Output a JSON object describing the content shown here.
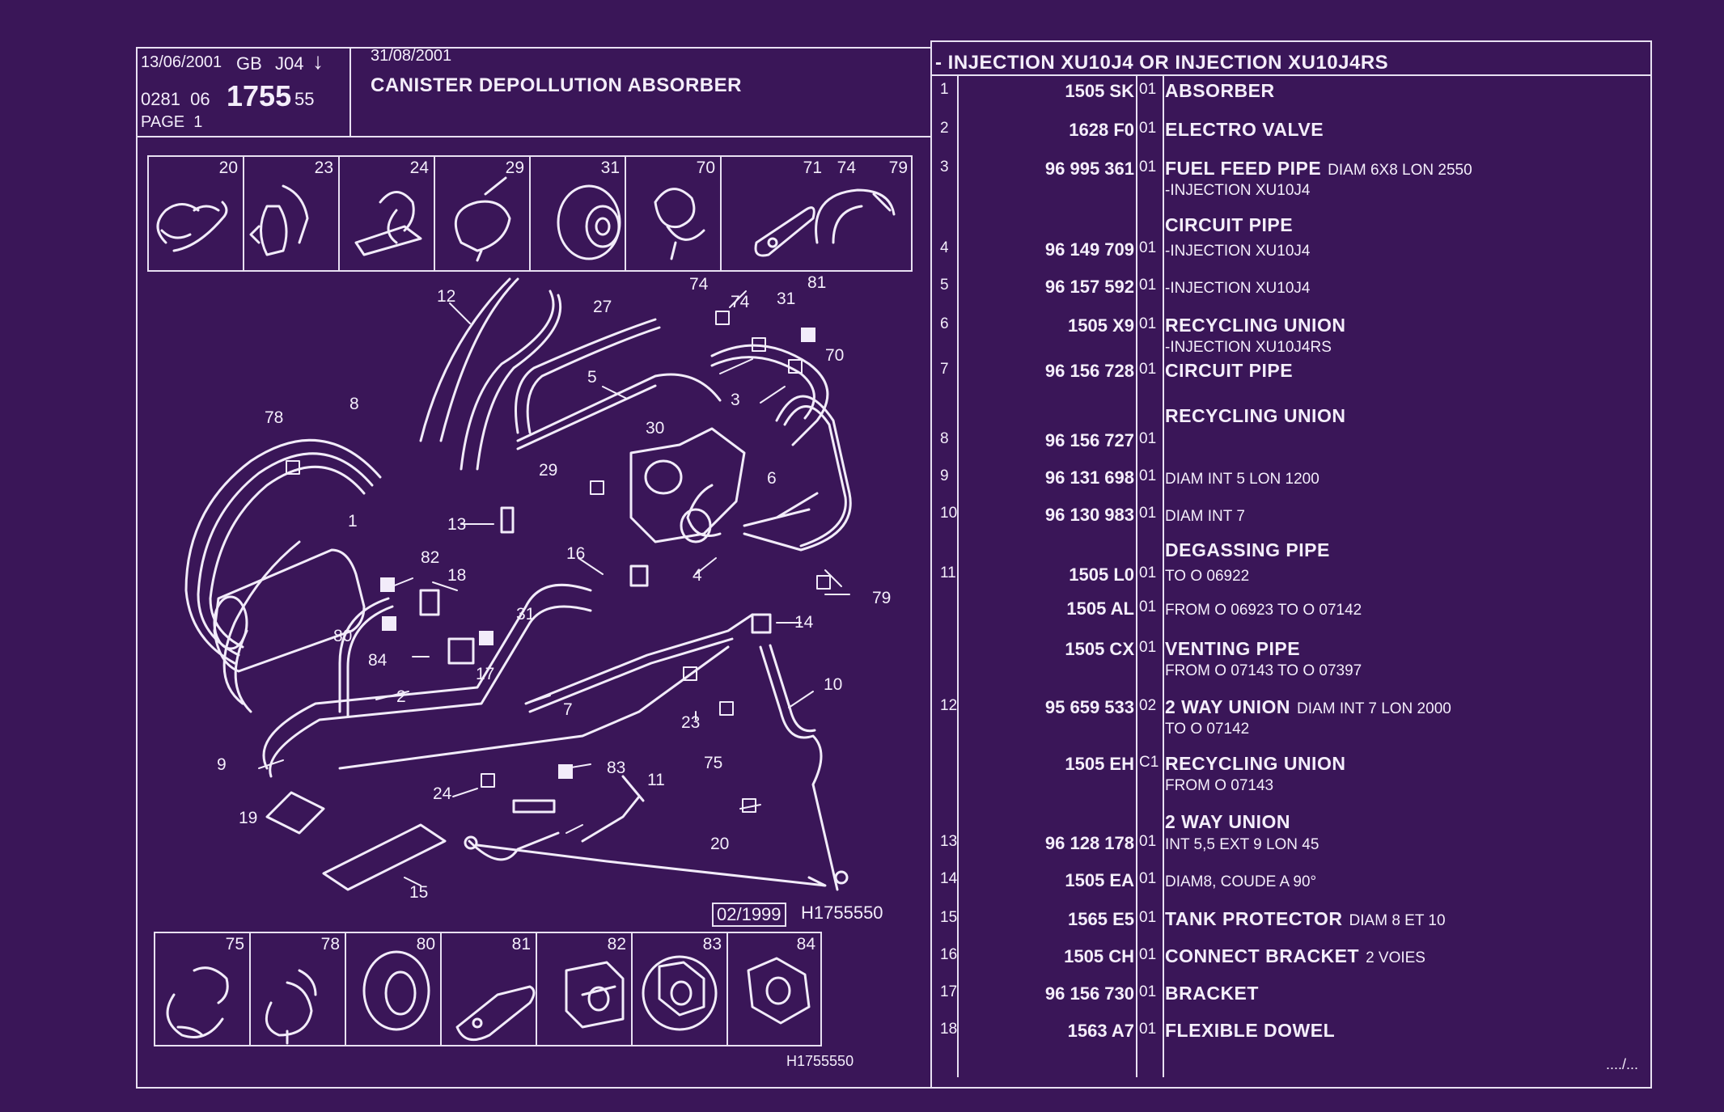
{
  "header": {
    "date1": "13/06/2001",
    "market": "GB",
    "code": "J04",
    "arrow": "↓",
    "ref_prefix": "0281  06",
    "ref_main": "1755",
    "ref_suffix": "55",
    "page": "PAGE  1",
    "date2": "31/08/2001",
    "title": "CANISTER DEPOLLUTION ABSORBER",
    "subtitle": "- INJECTION XU10J4 OR INJECTION XU10J4RS"
  },
  "top_strip": [
    "20",
    "23",
    "24",
    "29",
    "31",
    "70",
    "71",
    "74",
    "79"
  ],
  "bottom_strip": [
    "75",
    "78",
    "80",
    "81",
    "82",
    "83",
    "84"
  ],
  "callouts": [
    "12",
    "27",
    "74",
    "74",
    "31",
    "81",
    "70",
    "5",
    "3",
    "78",
    "8",
    "30",
    "29",
    "6",
    "1",
    "13",
    "16",
    "82",
    "18",
    "4",
    "79",
    "31",
    "80",
    "84",
    "17",
    "14",
    "2",
    "7",
    "10",
    "23",
    "75",
    "9",
    "83",
    "24",
    "11",
    "19",
    "20",
    "15"
  ],
  "diagram_stamp": "02/1999",
  "diagram_ref": "H1755550",
  "footer_ref": "H1755550",
  "continuation": "..../...",
  "parts": [
    {
      "n": "1",
      "pn": "1505 SK",
      "q": "01",
      "title": "ABSORBER",
      "extra": "",
      "sub": ""
    },
    {
      "n": "2",
      "pn": "1628 F0",
      "q": "01",
      "title": "ELECTRO VALVE",
      "extra": "",
      "sub": ""
    },
    {
      "n": "3",
      "pn": "96 995 361",
      "q": "01",
      "title": "FUEL FEED PIPE",
      "extra": "DIAM 6X8 LON 2550",
      "sub": "-INJECTION XU10J4"
    },
    {
      "n": "",
      "pn": "",
      "q": "",
      "title": "CIRCUIT PIPE",
      "extra": "",
      "sub": ""
    },
    {
      "n": "4",
      "pn": "96 149 709",
      "q": "01",
      "title": "",
      "extra": "-INJECTION XU10J4",
      "sub": ""
    },
    {
      "n": "5",
      "pn": "96 157 592",
      "q": "01",
      "title": "",
      "extra": "-INJECTION XU10J4",
      "sub": ""
    },
    {
      "n": "6",
      "pn": "1505 X9",
      "q": "01",
      "title": "RECYCLING UNION",
      "extra": "",
      "sub": "-INJECTION XU10J4RS"
    },
    {
      "n": "7",
      "pn": "96 156 728",
      "q": "01",
      "title": "CIRCUIT PIPE",
      "extra": "",
      "sub": ""
    },
    {
      "n": "",
      "pn": "",
      "q": "",
      "title": "RECYCLING UNION",
      "extra": "",
      "sub": ""
    },
    {
      "n": "8",
      "pn": "96 156 727",
      "q": "01",
      "title": "",
      "extra": "",
      "sub": ""
    },
    {
      "n": "9",
      "pn": "96 131 698",
      "q": "01",
      "title": "",
      "extra": "DIAM INT 5 LON 1200",
      "sub": ""
    },
    {
      "n": "10",
      "pn": "96 130 983",
      "q": "01",
      "title": "",
      "extra": "DIAM INT 7",
      "sub": ""
    },
    {
      "n": "",
      "pn": "",
      "q": "",
      "title": "DEGASSING PIPE",
      "extra": "",
      "sub": ""
    },
    {
      "n": "11",
      "pn": "1505 L0",
      "q": "01",
      "title": "",
      "extra": "TO  O  06922",
      "sub": ""
    },
    {
      "n": "",
      "pn": "1505 AL",
      "q": "01",
      "title": "",
      "extra": "FROM  O  06923  TO  O  07142",
      "sub": ""
    },
    {
      "n": "",
      "pn": "1505 CX",
      "q": "01",
      "title": "VENTING PIPE",
      "extra": "",
      "sub": "FROM  O  07143  TO  O  07397"
    },
    {
      "n": "12",
      "pn": "95 659 533",
      "q": "02",
      "title": "2 WAY UNION",
      "extra": "DIAM INT 7 LON 2000",
      "sub": "TO  O  07142"
    },
    {
      "n": "",
      "pn": "1505 EH",
      "q": "C1",
      "title": "RECYCLING UNION",
      "extra": "",
      "sub": "FROM  O  07143"
    },
    {
      "n": "",
      "pn": "",
      "q": "",
      "title": "2 WAY UNION",
      "extra": "",
      "sub": ""
    },
    {
      "n": "13",
      "pn": "96 128 178",
      "q": "01",
      "title": "",
      "extra": "INT 5,5 EXT 9 LON 45",
      "sub": ""
    },
    {
      "n": "14",
      "pn": "1505 EA",
      "q": "01",
      "title": "",
      "extra": "DIAM8, COUDE A 90°",
      "sub": ""
    },
    {
      "n": "15",
      "pn": "1565 E5",
      "q": "01",
      "title": "TANK PROTECTOR",
      "extra": "DIAM 8 ET 10",
      "sub": ""
    },
    {
      "n": "16",
      "pn": "1505 CH",
      "q": "01",
      "title": "CONNECT BRACKET",
      "extra": "2 VOIES",
      "sub": ""
    },
    {
      "n": "17",
      "pn": "96 156 730",
      "q": "01",
      "title": "BRACKET",
      "extra": "",
      "sub": ""
    },
    {
      "n": "18",
      "pn": "1563 A7",
      "q": "01",
      "title": "FLEXIBLE DOWEL",
      "extra": "",
      "sub": ""
    }
  ]
}
